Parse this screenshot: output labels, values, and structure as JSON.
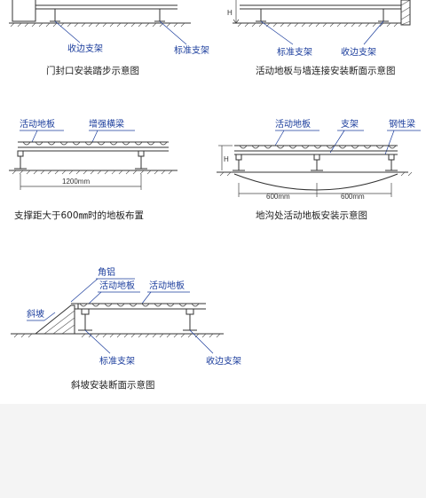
{
  "colors": {
    "label_blue": "#1a3c9c",
    "line": "#333333",
    "background": "#ffffff",
    "bottom_band": "#f4f4f4"
  },
  "panels": {
    "door_step": {
      "caption": "门封口安装踏步示意图",
      "labels": {
        "edge_support": "收边支架",
        "standard_support": "标准支架"
      }
    },
    "wall_joint": {
      "caption": "活动地板与墙连接安装断面示意图",
      "labels": {
        "height": "H",
        "standard_support": "标准支架",
        "edge_support": "收边支架"
      }
    },
    "span_over_600": {
      "caption": "支撑距大于600㎜时的地板布置",
      "labels": {
        "floor_panel": "活动地板",
        "reinforcing_beam": "增强横梁"
      },
      "dimension": "1200mm"
    },
    "trench": {
      "caption": "地沟处活动地板安装示意图",
      "labels": {
        "floor_panel": "活动地板",
        "support": "支架",
        "steel_beam": "钢性梁",
        "height": "H"
      },
      "dimensions": [
        "600mm",
        "600mm"
      ]
    },
    "ramp": {
      "caption": "斜坡安装断面示意图",
      "labels": {
        "angle_aluminum": "角铝",
        "floor_panel_1": "活动地板",
        "floor_panel_2": "活动地板",
        "ramp": "斜坡",
        "standard_support": "标准支架",
        "edge_support": "收边支架"
      }
    }
  }
}
